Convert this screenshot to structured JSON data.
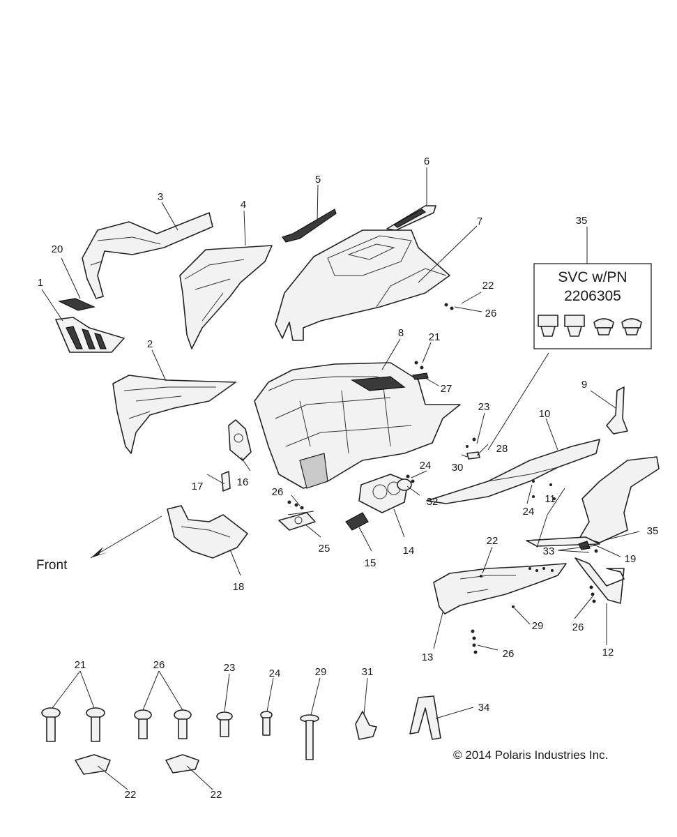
{
  "front_label": "Front",
  "service_box": {
    "line1": "SVC w/PN",
    "line2": "2206305"
  },
  "copyright": "© 2014 Polaris Industries Inc.",
  "callouts": {
    "c1": "1",
    "c2": "2",
    "c3": "3",
    "c4": "4",
    "c5": "5",
    "c6": "6",
    "c7": "7",
    "c8": "8",
    "c9": "9",
    "c10": "10",
    "c11": "11",
    "c12": "12",
    "c13": "13",
    "c14": "14",
    "c15": "15",
    "c16": "16",
    "c17": "17",
    "c18": "18",
    "c19": "19",
    "c20": "20",
    "c21a": "21",
    "c21b": "21",
    "c22a": "22",
    "c22b": "22",
    "c22c": "22",
    "c22d": "22",
    "c23a": "23",
    "c23b": "23",
    "c24a": "24",
    "c24b": "24",
    "c24c": "24",
    "c25": "25",
    "c26a": "26",
    "c26b": "26",
    "c26c": "26",
    "c26d": "26",
    "c26e": "26",
    "c27": "27",
    "c28": "28",
    "c29a": "29",
    "c29b": "29",
    "c30": "30",
    "c31": "31",
    "c32": "32",
    "c33": "33",
    "c34": "34",
    "c35a": "35",
    "c35b": "35"
  }
}
